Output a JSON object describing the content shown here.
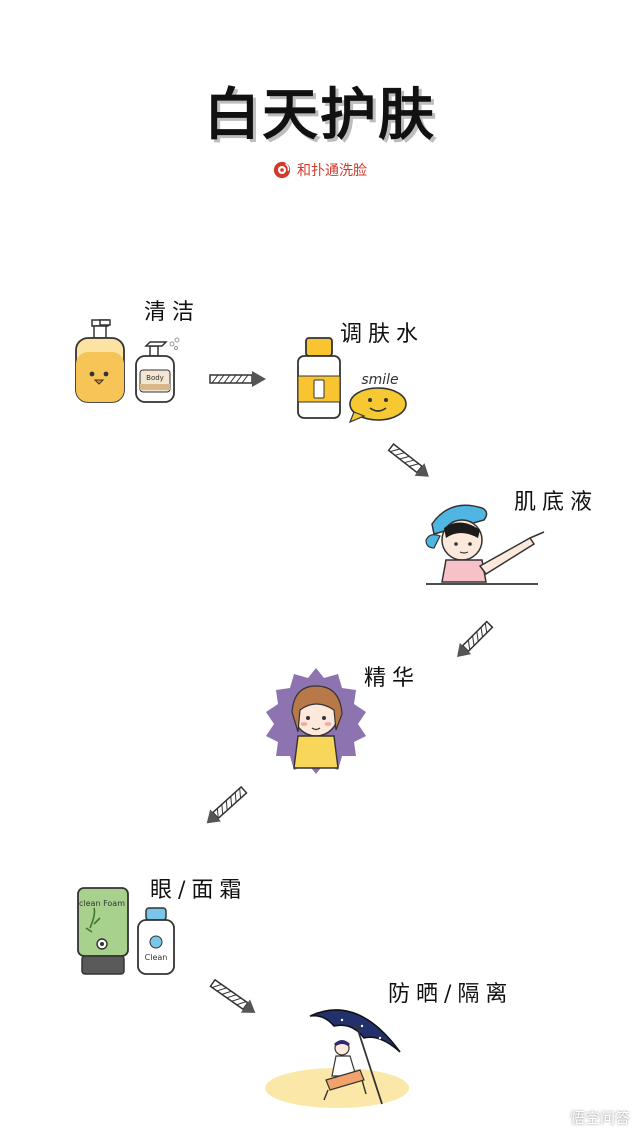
{
  "title": "白天护肤",
  "source": {
    "text": "和扑通洗脸",
    "color": "#d23a2e"
  },
  "steps": [
    {
      "label": "清洁",
      "icon": "cleanser-bottles-icon"
    },
    {
      "label": "调肤水",
      "icon": "toner-bottle-icon"
    },
    {
      "label": "肌底液",
      "icon": "girl-pointing-icon"
    },
    {
      "label": "精华",
      "icon": "girl-essence-icon"
    },
    {
      "label": "眼/面霜",
      "icon": "cream-tubes-icon"
    },
    {
      "label": "防晒/隔离",
      "icon": "beach-umbrella-icon"
    }
  ],
  "smile_text": "smile",
  "bottle_prints": {
    "body_bottle": "Body",
    "tube_1": "clean Foam",
    "tube_2": "Clean"
  },
  "watermark": "悟空问答"
}
